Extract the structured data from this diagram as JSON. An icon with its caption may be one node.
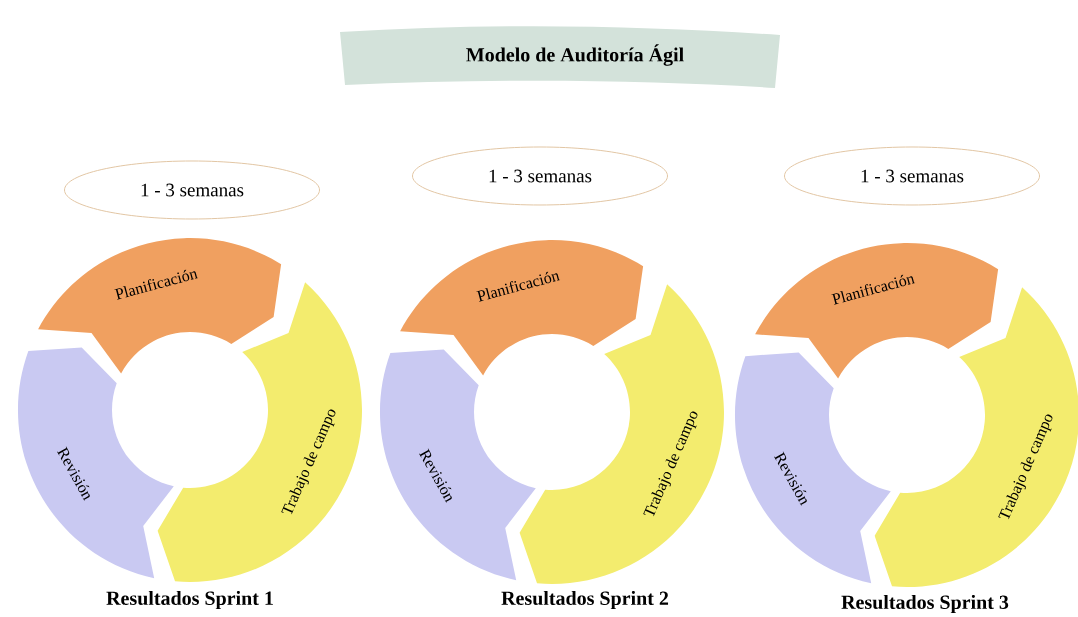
{
  "diagram": {
    "nodes": [
      {
        "text": [
          "Modelo de Auditoría Ágil"
        ]
      },
      {
        "text": [
          "1 - 3 semanas"
        ]
      },
      {
        "text": [
          "1 - 3 semanas"
        ]
      },
      {
        "text": [
          "1 - 3 semanas"
        ]
      },
      {
        "text": [
          "Planificación"
        ]
      },
      {
        "text": [
          "Revisión"
        ]
      },
      {
        "text": [
          "Trabajo de campo"
        ]
      },
      {
        "text": [
          "Planificación"
        ]
      },
      {
        "text": [
          "Revisión"
        ]
      },
      {
        "text": [
          "Trabajo de campo"
        ]
      },
      {
        "text": [
          "Planificación"
        ]
      },
      {
        "text": [
          "Revisión"
        ]
      },
      {
        "text": [
          "Trabajo de campo"
        ]
      }
    ],
    "labels": [
      "Resultados Sprint 1",
      "Resultados Sprint 2",
      "Resultados Sprint 3"
    ]
  }
}
